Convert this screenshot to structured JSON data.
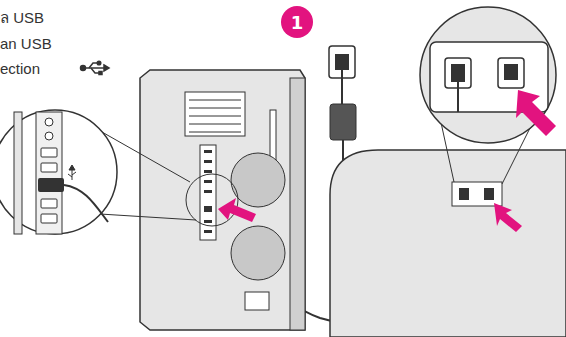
{
  "diagram": {
    "nodes": [
      {
        "text": [
          "1"
        ]
      }
    ],
    "labels": [
      "ล USB",
      "an USB",
      "ection"
    ]
  }
}
